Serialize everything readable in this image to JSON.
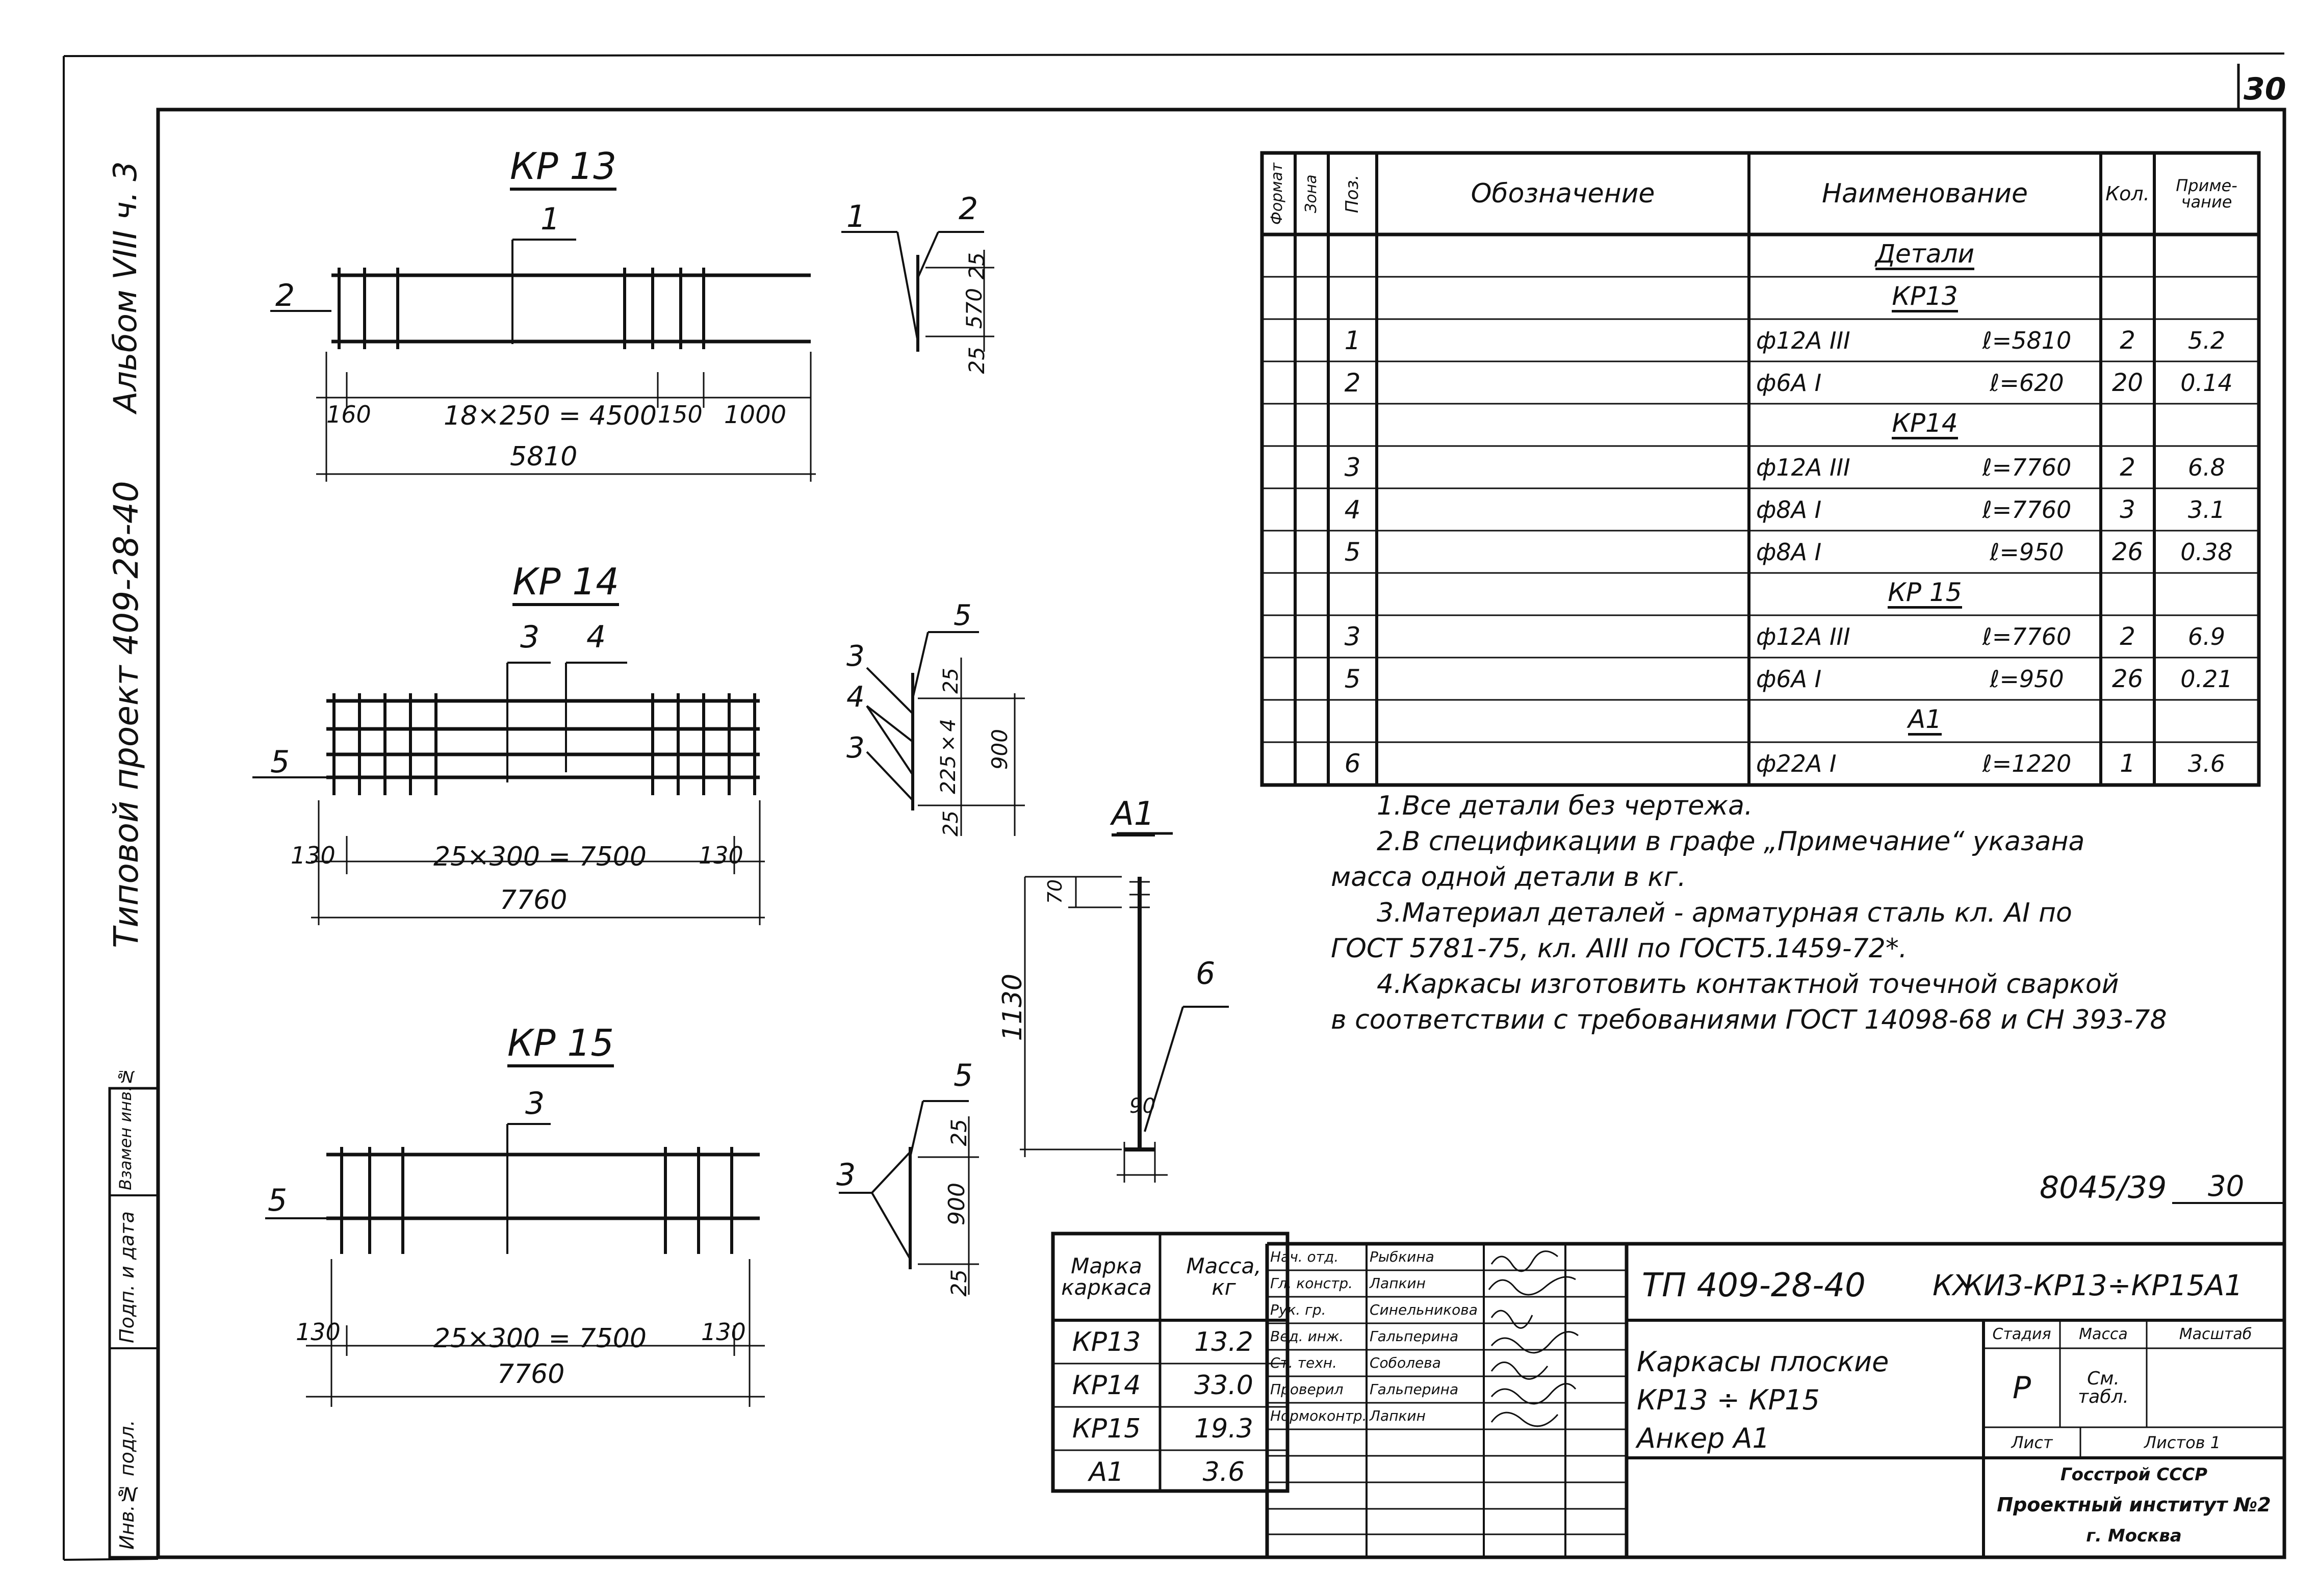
{
  "sheet": {
    "sheet_no": "30",
    "sheet_no_small": "30",
    "side_title": "Типовой проект 409-28-40",
    "side_album": "Альбом VIII ч. 3",
    "left_strip": [
      "Инв.№ подл.",
      "Подп. и дата",
      "Взамен инв.№"
    ]
  },
  "drawings": {
    "kp13": {
      "title": "КР 13",
      "pos_top": "1",
      "pos_left": "2",
      "dims": [
        "160",
        "18×250 = 4500",
        "150",
        "1000"
      ],
      "total": "5810"
    },
    "kp13_section": {
      "pos_left": "1",
      "pos_right": "2",
      "dims": [
        "25",
        "570",
        "25"
      ]
    },
    "kp14": {
      "title": "КР 14",
      "pos_top": [
        "3",
        "4"
      ],
      "pos_left": "5",
      "dims": [
        "130",
        "25×300 = 7500",
        "130"
      ],
      "total": "7760"
    },
    "kp14_section": {
      "labels": [
        "3",
        "4",
        "3",
        "5"
      ],
      "dims": [
        "25",
        "225×4",
        "25",
        "900"
      ]
    },
    "a1": {
      "title": "А1",
      "pos": "6",
      "dims": [
        "70",
        "1130",
        "90"
      ]
    },
    "kp15": {
      "title": "КР 15",
      "pos_top": "3",
      "pos_left": "5",
      "dims": [
        "130",
        "25×300 = 7500",
        "130"
      ],
      "total": "7760"
    },
    "kp15_section": {
      "pos_left": "3",
      "pos_right": "5",
      "dims": [
        "25",
        "900",
        "25"
      ]
    }
  },
  "spec": {
    "headers": {
      "format": "Формат",
      "zone": "Зона",
      "pos": "Поз.",
      "designation": "Обозначение",
      "name": "Наименование",
      "qty": "Кол.",
      "note": "Приме-чание"
    },
    "rows": [
      {
        "type": "section",
        "name": "Детали"
      },
      {
        "type": "section",
        "name": "КР13"
      },
      {
        "type": "item",
        "pos": "1",
        "bar": "ф12А III",
        "len": "ℓ=5810",
        "qty": "2",
        "note": "5.2"
      },
      {
        "type": "item",
        "pos": "2",
        "bar": "ф6А I",
        "len": "ℓ=620",
        "qty": "20",
        "note": "0.14"
      },
      {
        "type": "section",
        "name": "КР14"
      },
      {
        "type": "item",
        "pos": "3",
        "bar": "ф12А III",
        "len": "ℓ=7760",
        "qty": "2",
        "note": "6.8"
      },
      {
        "type": "item",
        "pos": "4",
        "bar": "ф8А I",
        "len": "ℓ=7760",
        "qty": "3",
        "note": "3.1"
      },
      {
        "type": "item",
        "pos": "5",
        "bar": "ф8А I",
        "len": "ℓ=950",
        "qty": "26",
        "note": "0.38"
      },
      {
        "type": "section",
        "name": "КР 15"
      },
      {
        "type": "item",
        "pos": "3",
        "bar": "ф12А III",
        "len": "ℓ=7760",
        "qty": "2",
        "note": "6.9"
      },
      {
        "type": "item",
        "pos": "5",
        "bar": "ф6А I",
        "len": "ℓ=950",
        "qty": "26",
        "note": "0.21"
      },
      {
        "type": "section",
        "name": "А1"
      },
      {
        "type": "item",
        "pos": "6",
        "bar": "ф22А I",
        "len": "ℓ=1220",
        "qty": "1",
        "note": "3.6"
      }
    ]
  },
  "notes": [
    "1.Все детали без чертежа.",
    "2.В спецификации в графе „Примечание“ указана",
    "масса одной детали в кг.",
    "3.Материал деталей - арматурная сталь кл. АI по",
    "ГОСТ 5781-75, кл. АIII по ГОСТ5.1459-72*.",
    "4.Каркасы изготовить контактной точечной сваркой",
    "в соответствии с требованиями ГОСТ 14098-68 и СН 393-78"
  ],
  "mass_table": {
    "headers": [
      "Марка каркаса",
      "Масса, кг"
    ],
    "rows": [
      [
        "КР13",
        "13.2"
      ],
      [
        "КР14",
        "33.0"
      ],
      [
        "КР15",
        "19.3"
      ],
      [
        "А1",
        "3.6"
      ]
    ]
  },
  "title_block": {
    "doc_ref": "8045/39",
    "project": "ТП 409-28-40",
    "code": "КЖИ3-КР13÷КР15А1",
    "description": [
      "Каркасы плоские",
      "КР13 ÷ КР15",
      "Анкер А1"
    ],
    "signatures": [
      {
        "role": "Нач. отд.",
        "name": "Рыбкина"
      },
      {
        "role": "Гл. констр.",
        "name": "Лапкин"
      },
      {
        "role": "Рук. гр.",
        "name": "Синельникова"
      },
      {
        "role": "Вед. инж.",
        "name": "Гальперина"
      },
      {
        "role": "Ст. техн.",
        "name": "Соболева"
      },
      {
        "role": "Проверил",
        "name": "Гальперина"
      },
      {
        "role": "Нормоконтр.",
        "name": "Лапкин"
      }
    ],
    "stage_label": "Стадия",
    "mass_label": "Масса",
    "scale_label": "Масштаб",
    "stage": "Р",
    "mass_value": "См. табл.",
    "sheet_label": "Лист",
    "sheets_label": "Листов 1",
    "org": [
      "Госстрой СССР",
      "Проектный институт №2",
      "г. Москва"
    ]
  }
}
